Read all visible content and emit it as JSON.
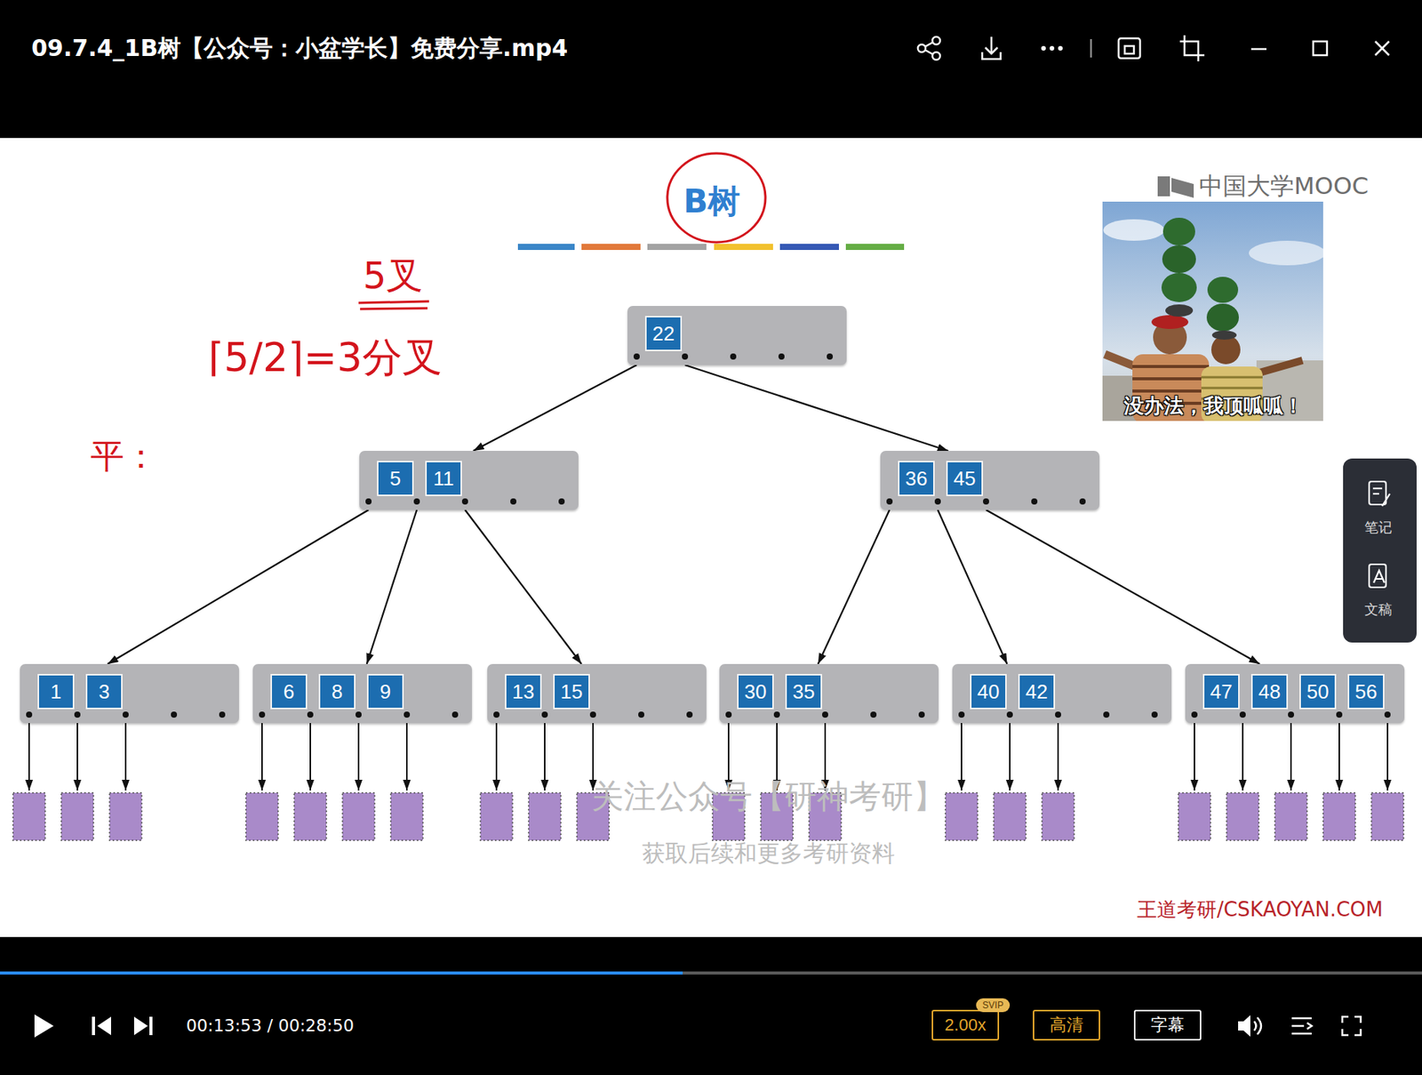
{
  "diagram": {
    "title": "09.7.4_1B树【公众号：小盆学长】免费分享.mp4",
    "nodes": [
      {
        "text": [
          "22"
        ]
      },
      {
        "text": [
          "5",
          "11"
        ]
      },
      {
        "text": [
          "36",
          "45"
        ]
      },
      {
        "text": [
          "1",
          "3"
        ]
      },
      {
        "text": [
          "6",
          "8",
          "9"
        ]
      },
      {
        "text": [
          "13",
          "15"
        ]
      },
      {
        "text": [
          "30",
          "35"
        ]
      },
      {
        "text": [
          "40",
          "42"
        ]
      },
      {
        "text": [
          "47",
          "48",
          "50",
          "56"
        ]
      },
      {
        "text": [
          "2.00x"
        ]
      },
      {
        "text": [
          "SVIP"
        ]
      },
      {
        "text": [
          "高清"
        ]
      },
      {
        "text": [
          "字幕"
        ]
      }
    ],
    "edges": [
      {
        "from": 0,
        "to": 1,
        "arrow": "to"
      },
      {
        "from": 0,
        "to": 2,
        "arrow": "to"
      },
      {
        "from": 1,
        "to": 3,
        "arrow": "to"
      },
      {
        "from": 1,
        "to": 4,
        "arrow": "to"
      },
      {
        "from": 1,
        "to": 5,
        "arrow": "to"
      },
      {
        "from": 2,
        "to": 6,
        "arrow": "to"
      },
      {
        "from": 2,
        "to": 7,
        "arrow": "to"
      },
      {
        "from": 2,
        "to": 8,
        "arrow": "to"
      }
    ],
    "labels": [
      "B树",
      "5叉",
      "⌈5/2⌉=3分叉",
      "平：",
      "中国大学MOOC",
      "没办法，我顶呱呱！",
      "笔记",
      "文稿",
      "关注公众号【研神考研】",
      "获取后续和更多考研资料",
      "王道考研/CSKAOYAN.COM",
      "00:13:53 / 00:28:50"
    ]
  }
}
